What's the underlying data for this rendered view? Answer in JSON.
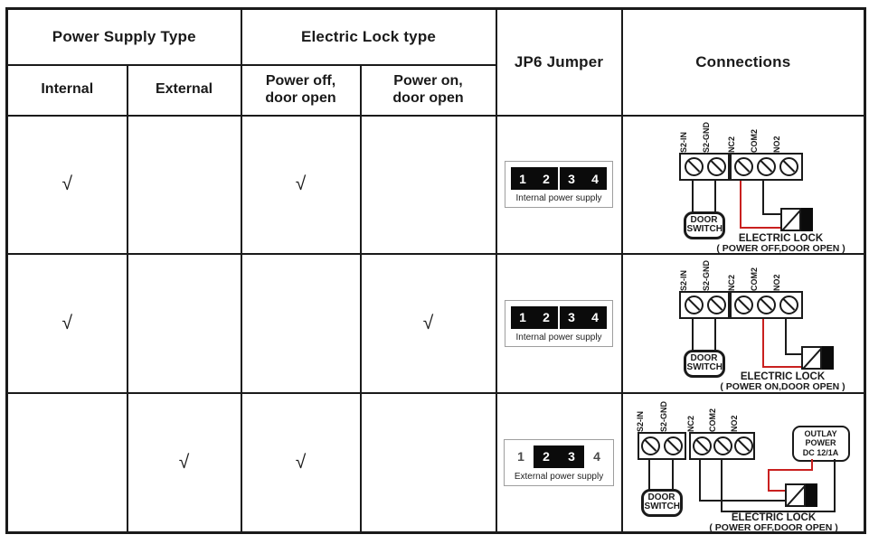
{
  "colors": {
    "line": "#1a1a1a",
    "wire_red": "#c9201f",
    "jumper_block_bg": "#0b0b0b",
    "jumper_box_border": "#9e9e9e"
  },
  "table": {
    "headers": {
      "power_supply_type": "Power Supply Type",
      "electric_lock_type": "Electric Lock type",
      "jp6_jumper": "JP6 Jumper",
      "connections": "Connections",
      "internal": "Internal",
      "external": "External",
      "power_off_line1": "Power off,",
      "power_off_line2": "door open",
      "power_on_line1": "Power on,",
      "power_on_line2": "door open"
    },
    "rows": [
      {
        "internal_check": "√",
        "external_check": "",
        "power_off_check": "√",
        "power_on_check": "",
        "jumper": {
          "pins": [
            "1",
            "2",
            "3",
            "4"
          ],
          "closed_pins": "1-2, 3-4",
          "caption": "Internal power supply"
        },
        "diagram": {
          "terminals": [
            "S2-IN",
            "S2-GND",
            "NC2",
            "COM2",
            "NO2"
          ],
          "door_switch_line1": "DOOR",
          "door_switch_line2": "SWITCH",
          "lock_label": "ELECTRIC LOCK",
          "lock_sublabel": "( POWER OFF,DOOR OPEN )"
        }
      },
      {
        "internal_check": "√",
        "external_check": "",
        "power_off_check": "",
        "power_on_check": "√",
        "jumper": {
          "pins": [
            "1",
            "2",
            "3",
            "4"
          ],
          "closed_pins": "1-2, 3-4",
          "caption": "Internal power supply"
        },
        "diagram": {
          "terminals": [
            "S2-IN",
            "S2-GND",
            "NC2",
            "COM2",
            "NO2"
          ],
          "door_switch_line1": "DOOR",
          "door_switch_line2": "SWITCH",
          "lock_label": "ELECTRIC LOCK",
          "lock_sublabel": "( POWER ON,DOOR OPEN )"
        }
      },
      {
        "internal_check": "",
        "external_check": "√",
        "power_off_check": "√",
        "power_on_check": "",
        "jumper": {
          "pins": [
            "1",
            "2",
            "3",
            "4"
          ],
          "closed_pins": "2-3",
          "caption": "External power supply"
        },
        "diagram": {
          "terminals": [
            "S2-IN",
            "S2-GND",
            "NC2",
            "COM2",
            "NO2"
          ],
          "door_switch_line1": "DOOR",
          "door_switch_line2": "SWITCH",
          "outlay_line1": "OUTLAY",
          "outlay_line2": "POWER",
          "outlay_line3": "DC 12/1A",
          "lock_label": "ELECTRIC LOCK",
          "lock_sublabel": "( POWER OFF,DOOR OPEN )"
        }
      }
    ]
  }
}
